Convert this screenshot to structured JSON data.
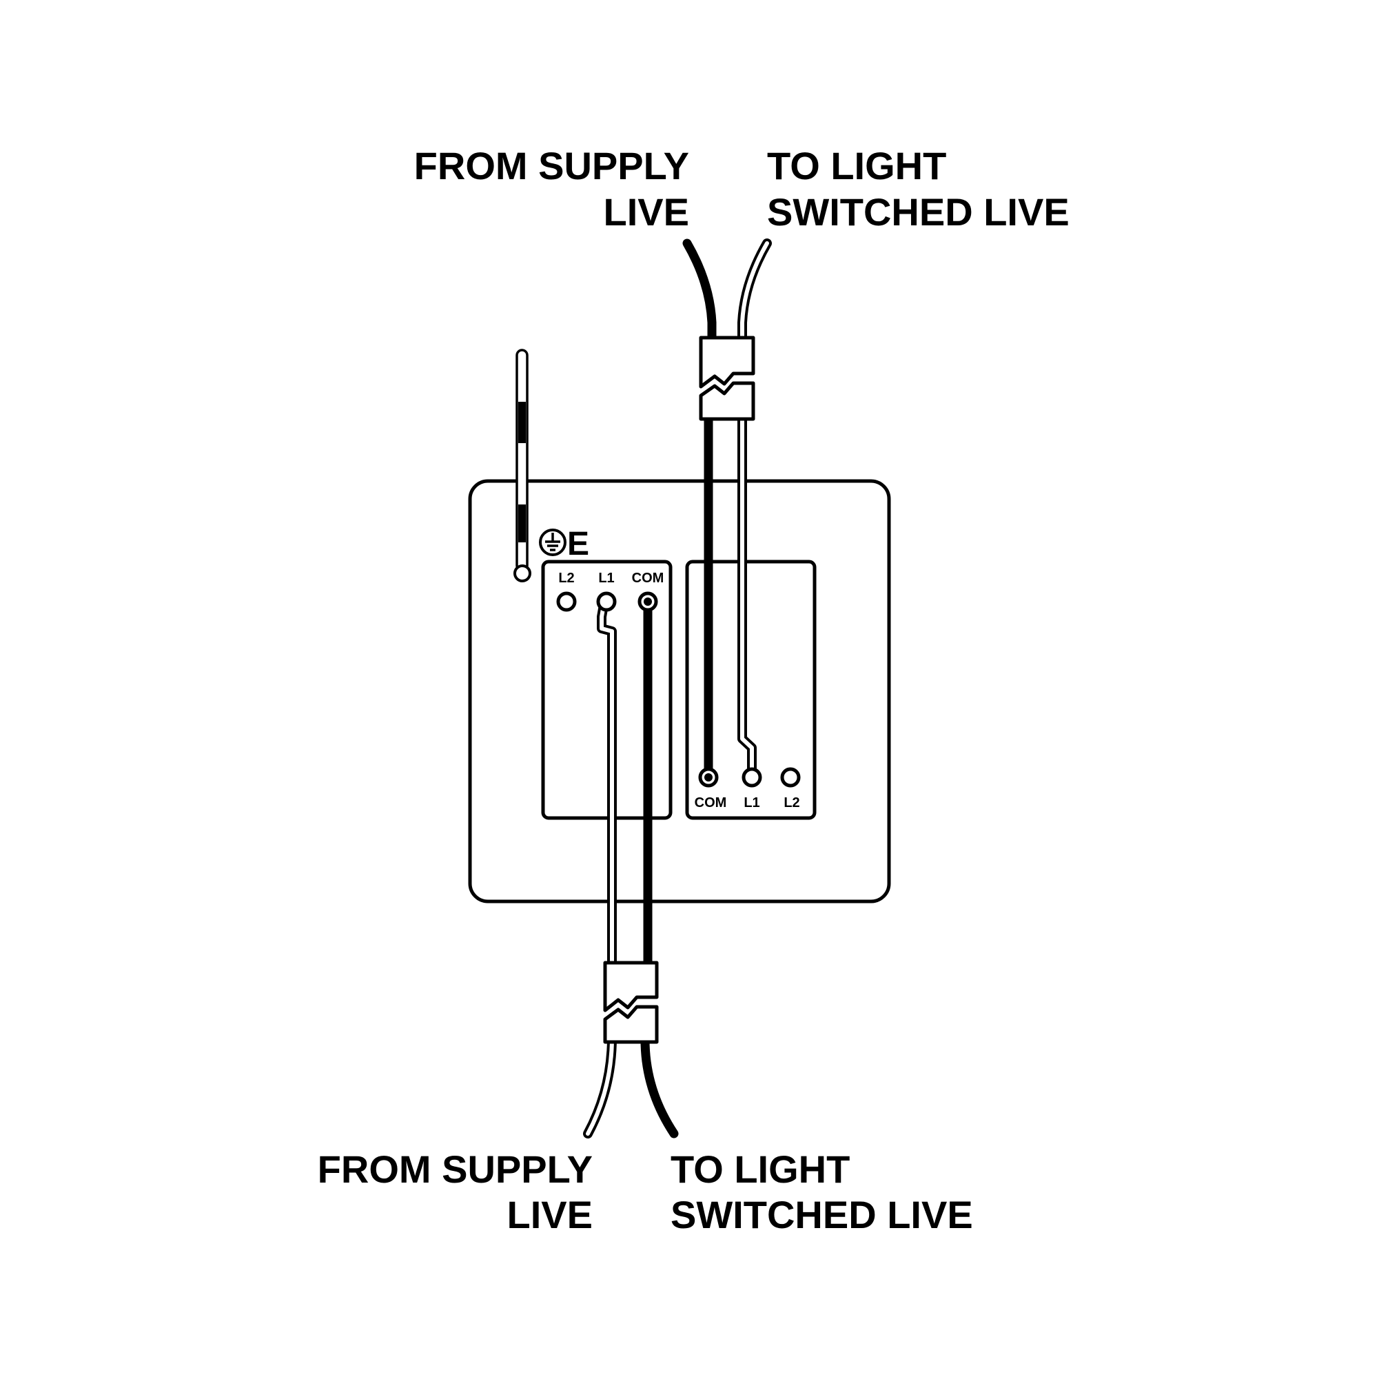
{
  "labels": {
    "top_supply_line1": "FROM SUPPLY",
    "top_supply_line2": "LIVE",
    "top_light_line1": "TO LIGHT",
    "top_light_line2": "SWITCHED LIVE",
    "bottom_supply_line1": "FROM SUPPLY",
    "bottom_supply_line2": "LIVE",
    "bottom_light_line1": "TO LIGHT",
    "bottom_light_line2": "SWITCHED LIVE",
    "earth": "E"
  },
  "left_switch_terminals": [
    "L2",
    "L1",
    "COM"
  ],
  "right_switch_terminals": [
    "COM",
    "L1",
    "L2"
  ],
  "colors": {
    "line": "#000000",
    "background": "#ffffff"
  }
}
